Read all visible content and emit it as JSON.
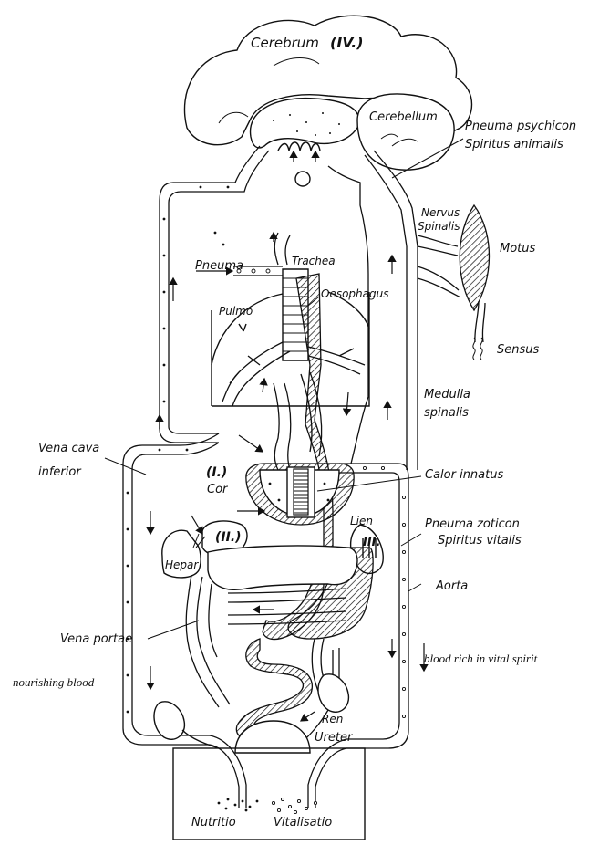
{
  "labels": {
    "cerebrum": "Cerebrum",
    "cerebrum_num": "(IV.)",
    "cerebellum": "Cerebellum",
    "pneuma_psychicon": "Pneuma psychicon",
    "spiritus_animalis": "Spiritus animalis",
    "nervus": "Nervus",
    "spinalis": "Spinalis",
    "motus": "Motus",
    "sensus": "Sensus",
    "pneuma": "Pneuma",
    "trachea": "Trachea",
    "oesophagus": "Oesophagus",
    "pulmo": "Pulmo",
    "medulla": "Medulla",
    "spinalis2": "spinalis",
    "vena_cava": "Vena cava",
    "inferior": "inferior",
    "cor_num": "(I.)",
    "cor": "Cor",
    "calor_innatus": "Calor innatus",
    "lien": "Lien",
    "lien_num": "III.",
    "pneuma_zoticon": "Pneuma zoticon",
    "spiritus_vitalis": "Spiritus vitalis",
    "hepar_num": "(II.)",
    "hepar": "Hepar",
    "aorta": "Aorta",
    "vena_portae": "Vena portae",
    "blood_rich": "blood rich in vital spirit",
    "nourishing_blood": "nourishing blood",
    "ren": "Ren",
    "ureter": "Ureter",
    "nutritio": "Nutritio",
    "vitalisatio": "Vitalisatio"
  }
}
